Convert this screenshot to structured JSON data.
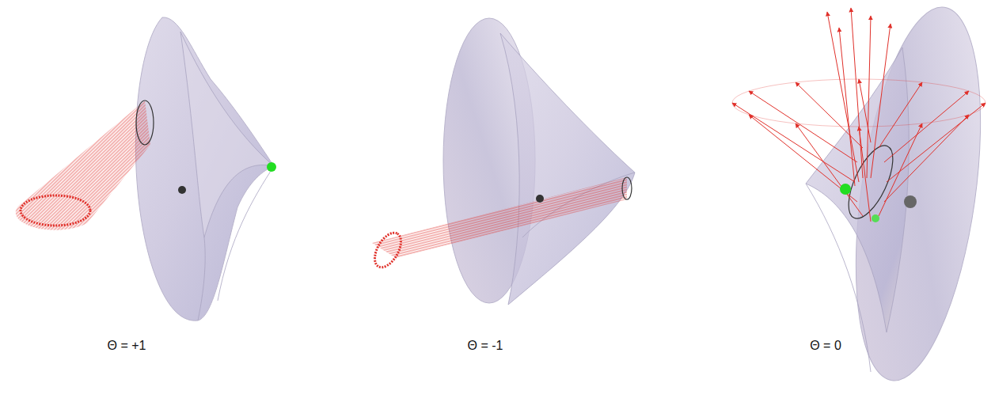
{
  "diagram": {
    "labels": [
      "Θ = +1",
      "Θ = -1",
      "Θ = 0"
    ]
  }
}
